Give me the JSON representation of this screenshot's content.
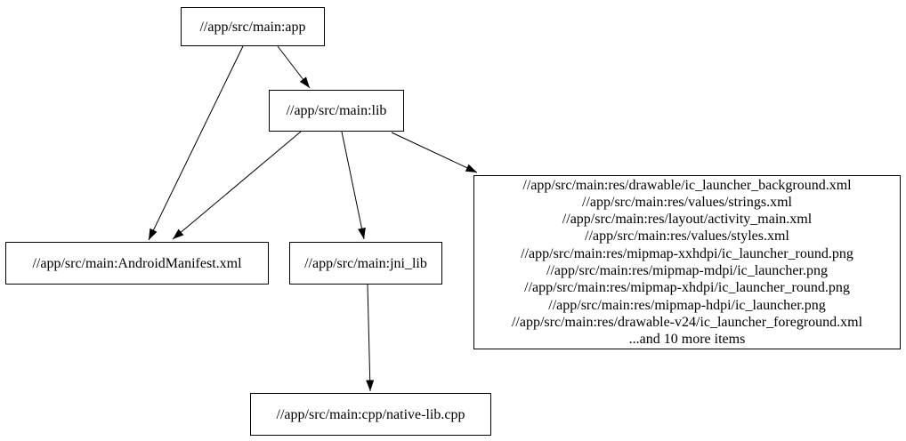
{
  "diagram": {
    "type": "dependency-graph",
    "colors": {
      "background": "#ffffff",
      "node_fill": "#ffffff",
      "node_border": "#000000",
      "edge": "#000000",
      "text": "#000000"
    },
    "nodes": {
      "app": {
        "label": "//app/src/main:app"
      },
      "lib": {
        "label": "//app/src/main:lib"
      },
      "manifest": {
        "label": "//app/src/main:AndroidManifest.xml"
      },
      "jni_lib": {
        "label": "//app/src/main:jni_lib"
      },
      "native_lib": {
        "label": "//app/src/main:cpp/native-lib.cpp"
      },
      "res_group": {
        "lines": [
          "//app/src/main:res/drawable/ic_launcher_background.xml",
          "//app/src/main:res/values/strings.xml",
          "//app/src/main:res/layout/activity_main.xml",
          "//app/src/main:res/values/styles.xml",
          "//app/src/main:res/mipmap-xxhdpi/ic_launcher_round.png",
          "//app/src/main:res/mipmap-mdpi/ic_launcher.png",
          "//app/src/main:res/mipmap-xhdpi/ic_launcher_round.png",
          "//app/src/main:res/mipmap-hdpi/ic_launcher.png",
          "//app/src/main:res/drawable-v24/ic_launcher_foreground.xml",
          "...and 10 more items"
        ]
      }
    },
    "edges": [
      {
        "from": "app",
        "to": "lib"
      },
      {
        "from": "app",
        "to": "manifest"
      },
      {
        "from": "lib",
        "to": "manifest"
      },
      {
        "from": "lib",
        "to": "jni_lib"
      },
      {
        "from": "lib",
        "to": "res_group"
      },
      {
        "from": "jni_lib",
        "to": "native_lib"
      }
    ]
  }
}
